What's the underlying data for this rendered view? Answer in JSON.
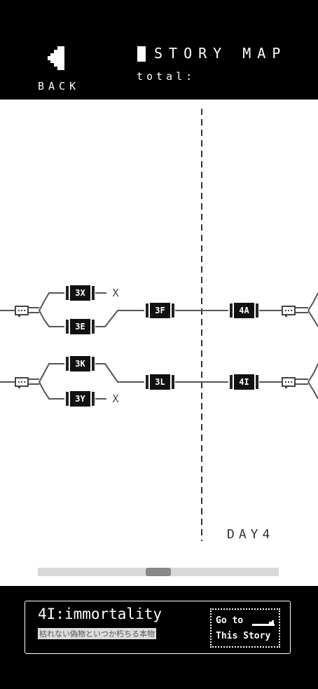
{
  "header": {
    "back_label": "BACK",
    "title": "STORY MAP",
    "total_label": "total:"
  },
  "map": {
    "nodes": [
      {
        "id": "3X",
        "label": "3X",
        "ending": "X"
      },
      {
        "id": "3E",
        "label": "3E"
      },
      {
        "id": "3F",
        "label": "3F"
      },
      {
        "id": "4A",
        "label": "4A"
      },
      {
        "id": "3K",
        "label": "3K"
      },
      {
        "id": "3Y",
        "label": "3Y",
        "ending": "X"
      },
      {
        "id": "3L",
        "label": "3L"
      },
      {
        "id": "4I",
        "label": "4I"
      }
    ],
    "day_label": "DAY4"
  },
  "scrollbar": {
    "position": 0.5
  },
  "footer": {
    "story_title": "4I:immortality",
    "story_subtitle": "枯れない偽物といつか朽ちる本物",
    "goto_line1": "Go to",
    "goto_line2": "This Story"
  }
}
